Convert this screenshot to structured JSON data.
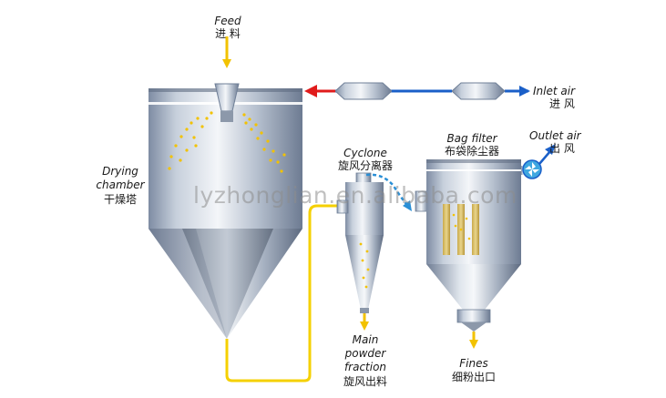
{
  "labels": {
    "feed": {
      "en": "Feed",
      "zh": "进 料"
    },
    "inlet_air": {
      "en": "Inlet air",
      "zh": "进 风"
    },
    "outlet_air": {
      "en": "Outlet air",
      "zh": "出 风"
    },
    "drying_chamber": {
      "en1": "Drying",
      "en2": "chamber",
      "zh": "干燥塔"
    },
    "cyclone": {
      "en": "Cyclone",
      "zh": "旋风分离器"
    },
    "bag_filter": {
      "en": "Bag filter",
      "zh": "布袋除尘器"
    },
    "main_powder": {
      "en1": "Main",
      "en2": "powder",
      "en3": "fraction",
      "zh": "旋风出料"
    },
    "fines": {
      "en": "Fines",
      "zh": "细粉出口"
    }
  },
  "watermark": "lyzhonglian.en.alibaba.com",
  "colors": {
    "feed_arrow": "#f2c200",
    "powder_line": "#f5d000",
    "air_line": "#1a5fc8",
    "inlet_arrow_red": "#e01b1b",
    "steel_dark": "#6f7f97",
    "steel_light": "#eef2f7"
  }
}
